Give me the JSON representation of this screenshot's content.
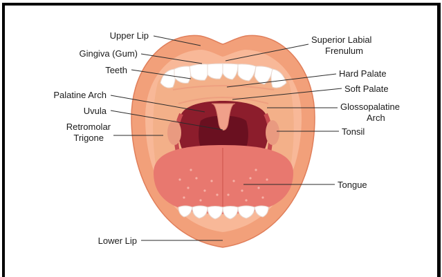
{
  "diagram": {
    "labels": {
      "upper_lip": "Upper Lip",
      "gingiva": "Gingiva (Gum)",
      "teeth": "Teeth",
      "palatine_arch": "Palatine Arch",
      "uvula": "Uvula",
      "retromolar_line1": "Retromolar",
      "retromolar_line2": "Trigone",
      "lower_lip": "Lower Lip",
      "superior_line1": "Superior Labial",
      "superior_line2": "Frenulum",
      "hard_palate": "Hard Palate",
      "soft_palate": "Soft Palate",
      "glosso_line1": "Glossopalatine",
      "glosso_line2": "Arch",
      "tonsil": "Tonsil",
      "tongue": "Tongue"
    },
    "colors": {
      "lip": "#f2a07a",
      "lip_dark": "#e07e5a",
      "mouth_inner": "#f3b089",
      "throat": "#8c1d2c",
      "throat_dark": "#6a1020",
      "tongue": "#e8786f",
      "teeth": "#ffffff"
    }
  }
}
